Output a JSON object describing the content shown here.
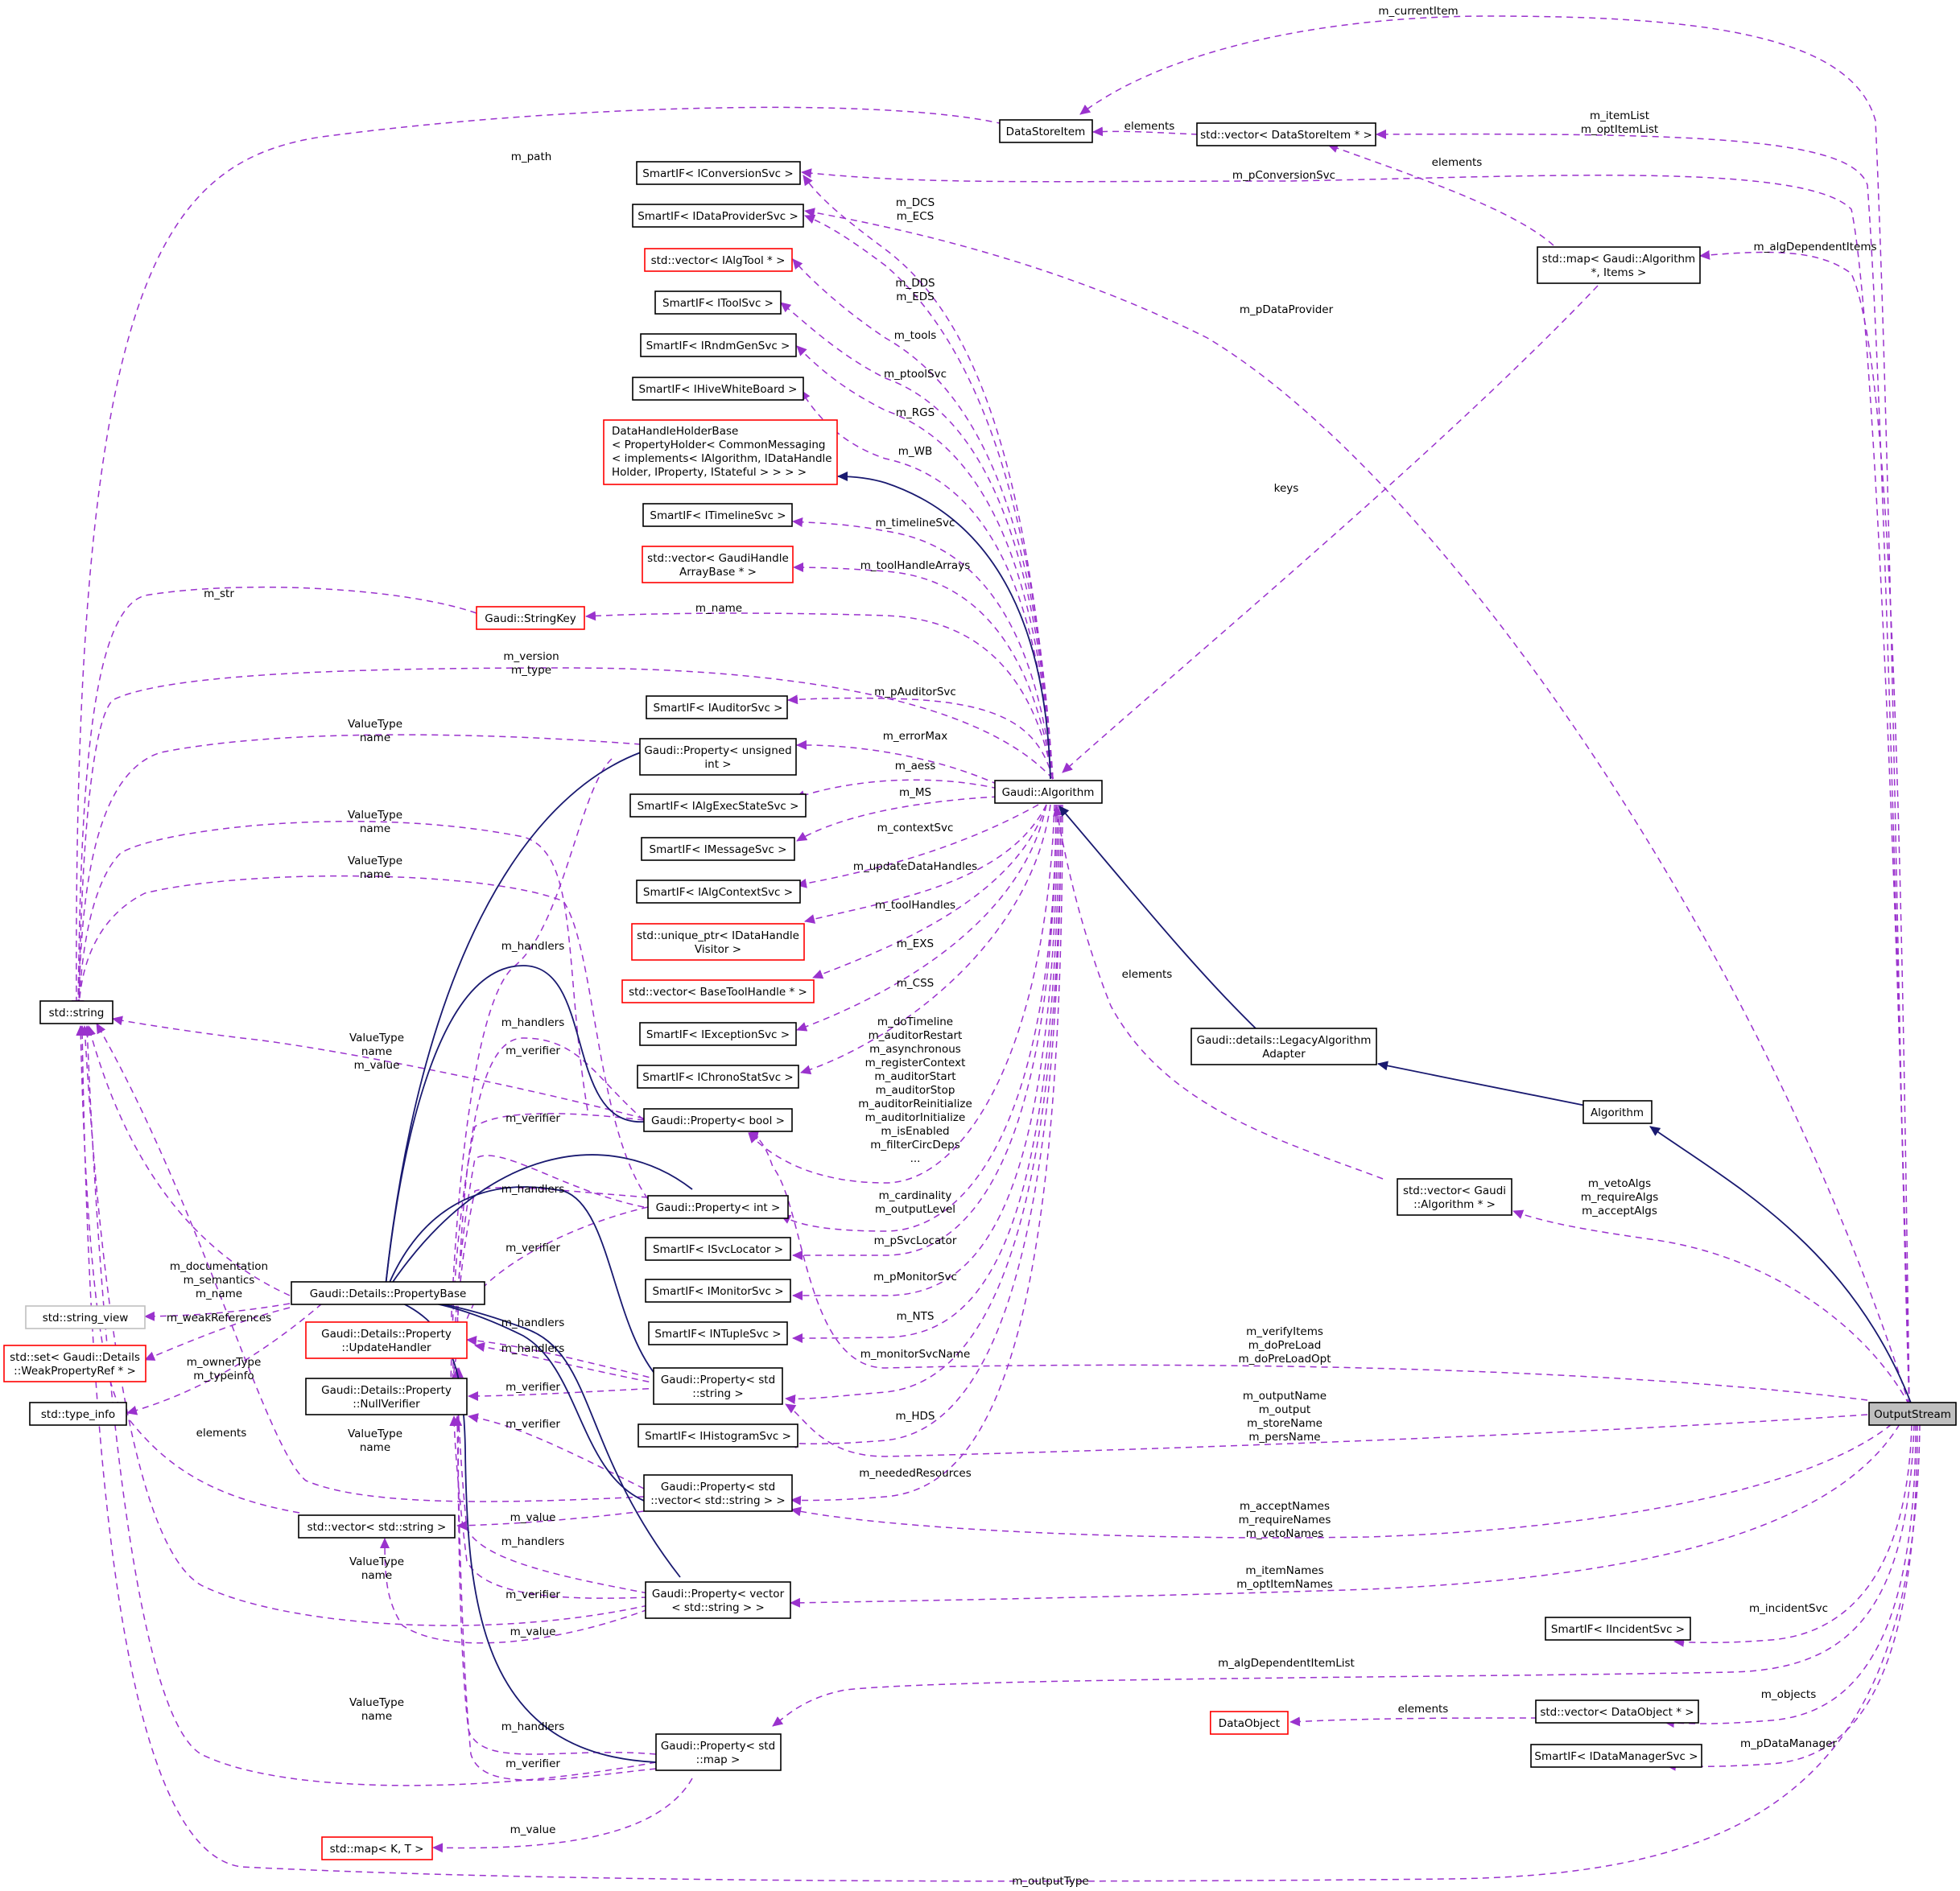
{
  "colors": {
    "usage_edge": "#9a32cd",
    "inherit_edge": "#191970",
    "missing_border": "#ff0000",
    "external_border": "#bfbfbf",
    "focus_fill": "#bfbfbf"
  },
  "nodes": {
    "datastoreitem": "DataStoreItem",
    "vec_datastoreitem": "std::vector< DataStoreItem * >",
    "conversion": "SmartIF< IConversionSvc >",
    "dataprovider": "SmartIF< IDataProviderSvc >",
    "vec_algtool": "std::vector< IAlgTool * >",
    "toolsvc": "SmartIF< IToolSvc >",
    "rndm": "SmartIF< IRndmGenSvc >",
    "hivewb": "SmartIF< IHiveWhiteBoard >",
    "datahandleholder": [
      "DataHandleHolderBase",
      "< PropertyHolder< CommonMessaging",
      "< implements< IAlgorithm, IDataHandle",
      "Holder, IProperty, IStateful > > > >"
    ],
    "timeline": "SmartIF< ITimelineSvc >",
    "vec_gaudihandle": [
      "std::vector< GaudiHandle",
      "ArrayBase * >"
    ],
    "stringkey": "Gaudi::StringKey",
    "auditor": "SmartIF< IAuditorSvc >",
    "prop_uint": [
      "Gaudi::Property< unsigned",
      "int >"
    ],
    "algexec": "SmartIF< IAlgExecStateSvc >",
    "message": "SmartIF< IMessageSvc >",
    "algcontext": "SmartIF< IAlgContextSvc >",
    "uptr_visitor": [
      "std::unique_ptr< IDataHandle",
      "Visitor >"
    ],
    "vec_basetool": "std::vector< BaseToolHandle * >",
    "exception": "SmartIF< IExceptionSvc >",
    "chrono": "SmartIF< IChronoStatSvc >",
    "prop_bool": "Gaudi::Property< bool >",
    "prop_int": "Gaudi::Property< int >",
    "svclocator": "SmartIF< ISvcLocator >",
    "monitor": "SmartIF< IMonitorSvc >",
    "ntuple": "SmartIF< INTupleSvc >",
    "prop_string": [
      "Gaudi::Property< std",
      "::string >"
    ],
    "histogram": "SmartIF< IHistogramSvc >",
    "prop_vecstring": [
      "Gaudi::Property< std",
      "::vector< std::string > >"
    ],
    "prop_vector": [
      "Gaudi::Property< vector",
      "< std::string > >"
    ],
    "prop_map": [
      "Gaudi::Property< std",
      "::map >"
    ],
    "stdmap": "std::map< K, T >",
    "std_string": "std::string",
    "string_view": "std::string_view",
    "set_weak": [
      "std::set< Gaudi::Details",
      "::WeakPropertyRef * >"
    ],
    "type_info": "std::type_info",
    "propertybase": "Gaudi::Details::PropertyBase",
    "updatehandler": [
      "Gaudi::Details::Property",
      "::UpdateHandler"
    ],
    "nullverifier": [
      "Gaudi::Details::Property",
      "::NullVerifier"
    ],
    "vec_string": "std::vector< std::string >",
    "algorithm": "Gaudi::Algorithm",
    "map_alg": [
      "std::map< Gaudi::Algorithm",
      "*, Items >"
    ],
    "legacy": [
      "Gaudi::details::LegacyAlgorithm",
      "Adapter"
    ],
    "alg": "Algorithm",
    "vec_alg": [
      "std::vector< Gaudi",
      "::Algorithm * >"
    ],
    "outputstream": "OutputStream",
    "incident": "SmartIF< IIncidentSvc >",
    "dataobject": "DataObject",
    "vec_dataobject": "std::vector< DataObject * >",
    "datamanager": "SmartIF< IDataManagerSvc >"
  },
  "edge_labels": {
    "m_currentItem": "m_currentItem",
    "elements_dsi": "elements",
    "m_itemList": [
      "m_itemList",
      "m_optItemList"
    ],
    "elements_map": "elements",
    "m_pConversionSvc": "m_pConversionSvc",
    "m_algDependentItems": "m_algDependentItems",
    "m_path": "m_path",
    "m_DCS": [
      "m_DCS",
      "m_ECS"
    ],
    "m_pDataProvider": "m_pDataProvider",
    "m_DDS": [
      "m_DDS",
      "m_EDS"
    ],
    "m_tools": "m_tools",
    "m_ptoolSvc": "m_ptoolSvc",
    "m_RGS": "m_RGS",
    "m_WB": "m_WB",
    "keys": "keys",
    "m_timelineSvc": "m_timelineSvc",
    "m_toolHandleArrays": "m_toolHandleArrays",
    "m_str": "m_str",
    "m_name": "m_name",
    "m_version": [
      "m_version",
      "m_type"
    ],
    "m_pAuditorSvc": "m_pAuditorSvc",
    "vt1": [
      "ValueType",
      "name"
    ],
    "m_errorMax": "m_errorMax",
    "m_aess": "m_aess",
    "m_MS": "m_MS",
    "vt2": [
      "ValueType",
      "name"
    ],
    "m_contextSvc": "m_contextSvc",
    "vt3": [
      "ValueType",
      "name"
    ],
    "m_updateDataHandles": "m_updateDataHandles",
    "m_toolHandles": "m_toolHandles",
    "h1": "m_handlers",
    "m_EXS": "m_EXS",
    "elements_alg": "elements",
    "m_CSS": "m_CSS",
    "h2": "m_handlers",
    "m_doTimeline": [
      "m_doTimeline",
      "m_auditorRestart",
      "m_asynchronous",
      "m_registerContext",
      "m_auditorStart",
      "m_auditorStop",
      "m_auditorReinitialize",
      "m_auditorInitialize",
      "m_isEnabled",
      "m_filterCircDeps",
      "..."
    ],
    "v1": "m_verifier",
    "vt4": [
      "ValueType",
      "name",
      "m_value"
    ],
    "v2": "m_verifier",
    "h3": "m_handlers",
    "m_cardinality": [
      "m_cardinality",
      "m_outputLevel"
    ],
    "m_vetoAlgs": [
      "m_vetoAlgs",
      "m_requireAlgs",
      "m_acceptAlgs"
    ],
    "m_pSvcLocator": "m_pSvcLocator",
    "v3": "m_verifier",
    "m_documentation": [
      "m_documentation",
      "m_semantics",
      "m_name"
    ],
    "m_pMonitorSvc": "m_pMonitorSvc",
    "m_weakReferences": "m_weakReferences",
    "m_NTS": "m_NTS",
    "h4": "m_handlers",
    "m_verifyItems": [
      "m_verifyItems",
      "m_doPreLoad",
      "m_doPreLoadOpt"
    ],
    "h5": "m_handlers",
    "m_monitorSvcName": "m_monitorSvcName",
    "m_ownerType": [
      "m_ownerType",
      "m_typeinfo"
    ],
    "v4": "m_verifier",
    "m_outputName": [
      "m_outputName",
      "m_output",
      "m_storeName",
      "m_persName"
    ],
    "m_HDS": "m_HDS",
    "v5": "m_verifier",
    "elements_vs": "elements",
    "vt5": [
      "ValueType",
      "name"
    ],
    "m_neededResources": "m_neededResources",
    "m_acceptNames": [
      "m_acceptNames",
      "m_requireNames",
      "m_vetoNames"
    ],
    "val1": "m_value",
    "h6": "m_handlers",
    "vt6": [
      "ValueType",
      "name"
    ],
    "m_itemNames": [
      "m_itemNames",
      "m_optItemNames"
    ],
    "v6": "m_verifier",
    "m_incidentSvc": "m_incidentSvc",
    "val2": "m_value",
    "m_algDependentItemList": "m_algDependentItemList",
    "elements_do": "elements",
    "m_objects": "m_objects",
    "vt7": [
      "ValueType",
      "name"
    ],
    "h7": "m_handlers",
    "m_pDataManager": "m_pDataManager",
    "v7": "m_verifier",
    "val3": "m_value",
    "m_outputType": "m_outputType"
  }
}
